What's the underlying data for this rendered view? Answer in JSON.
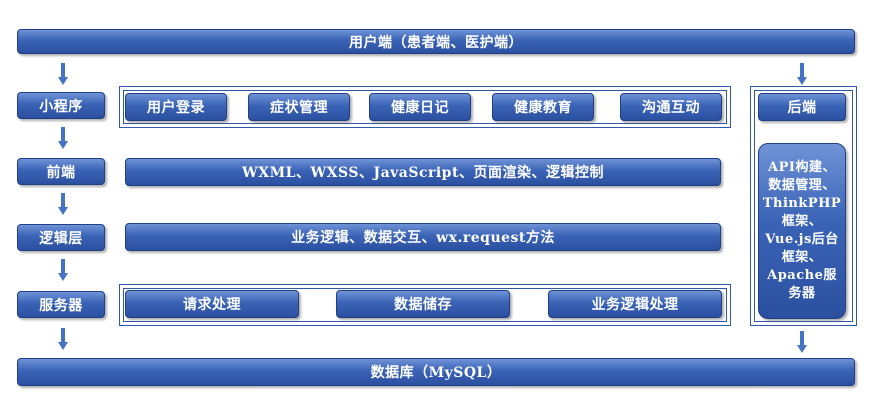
{
  "top_bar": "用户端（患者端、医护端）",
  "bottom_bar": "数据库（MySQL）",
  "layers": {
    "mini_program": "小程序",
    "frontend": "前端",
    "logic_layer": "逻辑层",
    "server": "服务器"
  },
  "mini_program_modules": [
    "用户登录",
    "症状管理",
    "健康日记",
    "健康教育",
    "沟通互动"
  ],
  "frontend_content": "WXML、WXSS、JavaScript、页面渲染、逻辑控制",
  "logic_content": "业务逻辑、数据交互、wx.request方法",
  "server_modules": [
    "请求处理",
    "数据储存",
    "业务逻辑处理"
  ],
  "backend": {
    "title": "后端",
    "content": "API构建、数据管理、ThinkPHP框架、Vue.js后台框架、Apache服务器"
  },
  "colors": {
    "box": "#3a63b6",
    "border": "#1f3f86",
    "arrow": "#4472c4"
  }
}
